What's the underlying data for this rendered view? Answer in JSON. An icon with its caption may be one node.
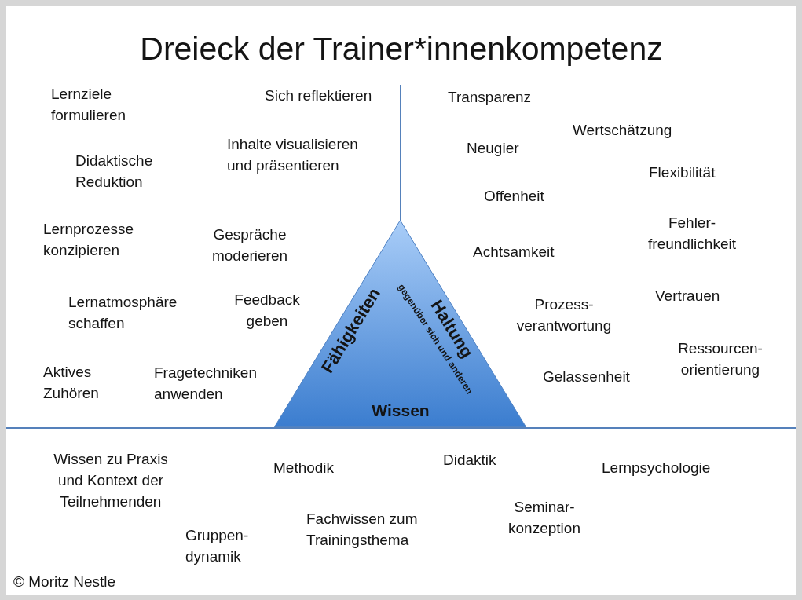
{
  "diagram": {
    "title": "Dreieck der Trainer*innenkompetenz",
    "nodes": [
      {
        "text": [
          "Fähigkeiten",
          "Haltung",
          "gegenüber sich und anderen",
          "Wissen"
        ]
      }
    ],
    "labels": [
      "Lernziele formulieren",
      "Sich reflektieren",
      "Inhalte visualisieren und präsentieren",
      "Didaktische Reduktion",
      "Lernprozesse konzipieren",
      "Gespräche moderieren",
      "Lernatmosphäre schaffen",
      "Feedback geben",
      "Aktives Zuhören",
      "Fragetechniken anwenden",
      "Transparenz",
      "Wertschätzung",
      "Neugier",
      "Flexibilität",
      "Offenheit",
      "Fehler- freundlichkeit",
      "Achtsamkeit",
      "Vertrauen",
      "Prozess- verantwortung",
      "Ressourcen- orientierung",
      "Gelassenheit",
      "Wissen zu Praxis und Kontext der Teilnehmenden",
      "Methodik",
      "Didaktik",
      "Lernpsychologie",
      "Gruppen- dynamik",
      "Fachwissen zum Trainingsthema",
      "Seminar- konzeption",
      "© Moritz Nestle"
    ]
  }
}
